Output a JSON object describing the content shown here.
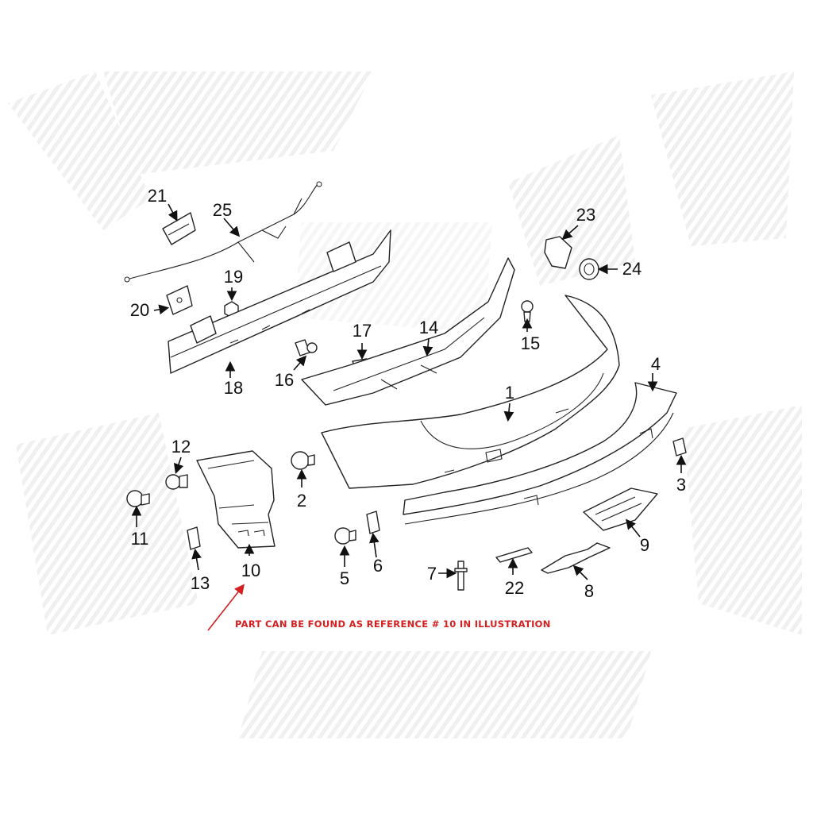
{
  "callouts": [
    "1",
    "2",
    "3",
    "4",
    "5",
    "6",
    "7",
    "8",
    "9",
    "10",
    "11",
    "12",
    "13",
    "14",
    "15",
    "16",
    "17",
    "18",
    "19",
    "20",
    "21",
    "22",
    "23",
    "24",
    "25"
  ],
  "note": "PART CAN BE FOUND AS REFERENCE # 10 IN ILLUSTRATION",
  "colors": {
    "note_red": "#d42020",
    "line": "#222222",
    "watermark": "#f2f2f2"
  }
}
